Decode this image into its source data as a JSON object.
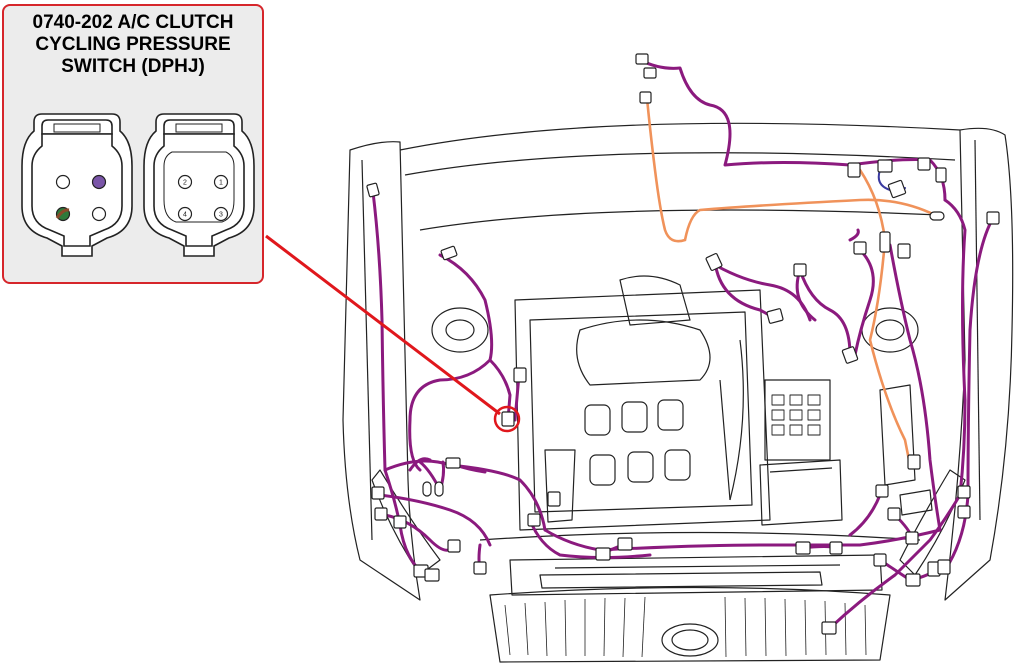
{
  "callout": {
    "title_lines": [
      "0740-202 A/C CLUTCH",
      "CYCLING PRESSURE",
      "SWITCH (DPHJ)"
    ],
    "pin_numbers": [
      "2",
      "1",
      "4",
      "3"
    ]
  },
  "colors": {
    "callout_border": "#d6262b",
    "callout_fill": "#ececec",
    "harness_main": "#8b1a7e",
    "harness_orange": "#f0925a",
    "harness_blue": "#3a3aa0",
    "pin_violet": "#7a55a8",
    "pin_green": "#2f7a3a",
    "pin_brown": "#8a4a2a",
    "leader_line": "#e0171c"
  }
}
